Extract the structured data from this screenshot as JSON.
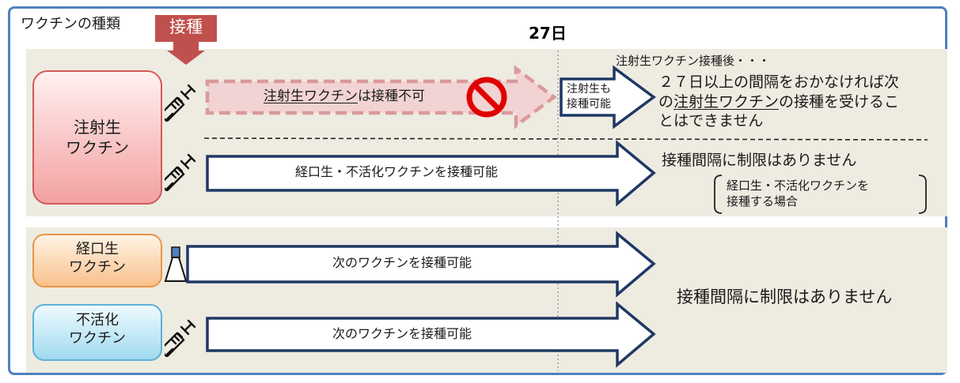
{
  "header": {
    "vaccine_type_label": "ワクチンの種類",
    "inoculation_tag": "接種",
    "day_marker": "27日"
  },
  "live_injection": {
    "box_label_line1": "注射生",
    "box_label_line2": "ワクチン",
    "blocked_arrow_underlined": "注射生ワクチン",
    "blocked_arrow_rest": "は接種不可",
    "small_arrow_line1": "注射生も",
    "small_arrow_line2": "接種可能",
    "after_note_title": "注射生ワクチン接種後・・・",
    "after_note_line1": "２７日以上の間隔をおかなければ次",
    "after_note_line2_prefix": "の",
    "after_note_line2_underlined": "注射生ワクチン",
    "after_note_line2_suffix": "の接種を受けるこ",
    "after_note_line3": "とはできません",
    "second_arrow_label": "経口生・不活化ワクチンを接種可能",
    "no_limit_text": "接種間隔に制限はありません",
    "bracket_note_line1": "経口生・不活化ワクチンを",
    "bracket_note_line2": "接種する場合"
  },
  "oral_live": {
    "box_label_line1": "経口生",
    "box_label_line2": "ワクチン",
    "arrow_label": "次のワクチンを接種可能"
  },
  "inactivated": {
    "box_label_line1": "不活化",
    "box_label_line2": "ワクチン",
    "arrow_label": "次のワクチンを接種可能"
  },
  "bottom_no_limit_text": "接種間隔に制限はありません",
  "colors": {
    "frame": "#4f81bd",
    "panel": "#eeebe1",
    "arrow_outline": "#1f3864",
    "injection_box": "#e06666",
    "oral_box": "#f4a460",
    "inactivated_box": "#7fc8e0",
    "tag": "#c0504d",
    "prohibit": "#e00000"
  },
  "icons": [
    "syringe-icon",
    "oral-vaccine-bottle-icon",
    "prohibited-icon"
  ]
}
